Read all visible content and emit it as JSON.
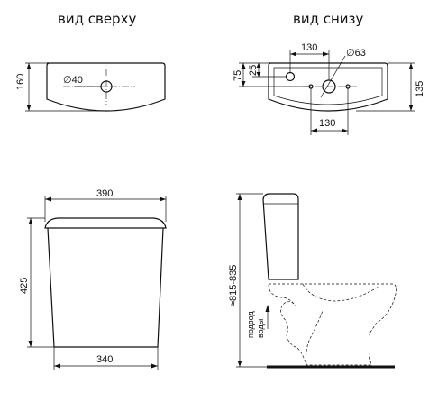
{
  "views": {
    "top": {
      "title": "вид сверху",
      "depth": "160",
      "hole": "∅40"
    },
    "bottom": {
      "title": "вид снизу",
      "top_spacing": "130",
      "hole": "∅63",
      "offset_75": "75",
      "offset_25": "25",
      "depth": "135",
      "bottom_spacing": "130"
    },
    "front": {
      "top_width": "390",
      "height": "425",
      "bottom_width": "340"
    },
    "side": {
      "height_range": "≈815-835",
      "water_supply": [
        "подвод",
        "воды"
      ]
    }
  }
}
